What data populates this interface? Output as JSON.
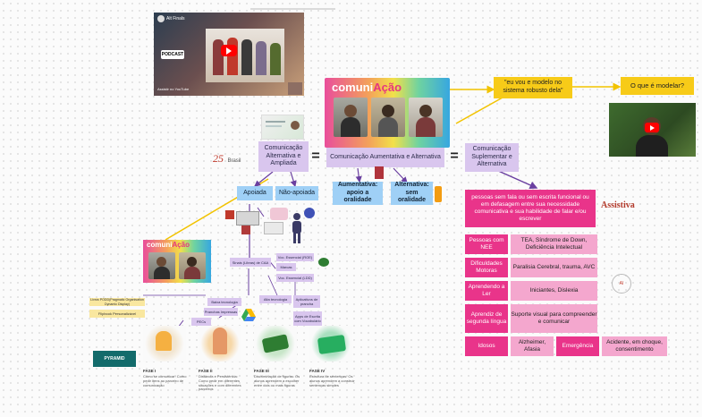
{
  "canvas": {
    "comuni_title_part1": "comuni",
    "comuni_title_part2": "Ação",
    "aac_main": "Comunicação Aumentativa e Alternativa",
    "aac_ampliada": "Comunicação Alternativa e Ampliada",
    "aac_suplementar": "Comunicação Suplementar e Alternativa",
    "apoiada": "Apoiada",
    "nao_apoiada": "Não-apoiada",
    "aumentativa": "Aumentativa: apoio a oralidade",
    "alternativa": "Alternativa: sem oralidade",
    "quote": "\"eu vou e modelo no sistema robusto dela\"",
    "o_que_modelar": "O que é modelar?",
    "pessoas_sem_fala": "pessoas sem fala ou sem escrita funcional ou em defasagem entre sua necessidade comunicativa e sua habilidade de falar e/ou escrever",
    "assistiva": "Assistiva",
    "brand_year": "25",
    "brand_country": "Brasil",
    "equals_sign": "="
  },
  "table_rows": [
    {
      "left": "Pessoas com NEE",
      "right": "TEA, Síndrome de Down, Deficiência Intelectual"
    },
    {
      "left": "Dificuldades Motoras",
      "right": "Paralisia Cerebral, trauma, AVC"
    },
    {
      "left": "Aprendendo a Ler",
      "right": "Iniciantes, Dislexia"
    },
    {
      "left": "Aprendiz de segunda língua",
      "right": "Suporte visual para compreender e comunicar"
    }
  ],
  "bottom_row": {
    "idosos": "Idosos",
    "alzheimer": "Alzheimer, Afasia",
    "emergencia": "Emergência",
    "acidente": "Acidente, em choque, consentimento"
  },
  "left_notes": {
    "yellow1": "Livros PODD(Pragmatic Organisation Dynamic Display)",
    "yellow2": "Flipbook Personalizável",
    "lav1": "Baixa tecnologia",
    "lav2": "Alta tecnologia",
    "lav3": "Aplicativos de prancha",
    "lav4": "Apps de Escrita com Vocabulário",
    "lav5": "Pranchas Impressas",
    "lav6": "PECs",
    "lav7": "Sinais (Libras) de CAA",
    "lav8": "Voc. Essencial (ROE)",
    "lav9": "Marcas",
    "lav10": "Voc. Essencial (LDD)"
  },
  "video_top": {
    "channel": "Alt Finals",
    "subtitle": "Assistir no YouTube",
    "logo": "PODCAST"
  },
  "pecs": {
    "logo": "PYRAMID",
    "phases": [
      {
        "title": "FASE I",
        "text": "Como se comunicar: Como pedir itens ao parceiro de comunicação"
      },
      {
        "title": "FASE II",
        "text": "Distância e Persistência: Como pedir em diferentes situações e com diferentes parceiros"
      },
      {
        "title": "FASE III",
        "text": "Discriminação de figuras: Os alunos aprendem a escolher entre dois ou mais figuras"
      },
      {
        "title": "FASE IV",
        "text": "Estrutura de sentenças: Os alunos aprendem a construir sentenças simples"
      }
    ]
  },
  "colors": {
    "lavender": "#d9c6ee",
    "blue": "#9fd0f6",
    "yellow": "#f7cb18",
    "pink": "#e9348a",
    "pink_light": "#f4a7ce",
    "connector_yellow": "#f2c300",
    "connector_purple": "#6a3fa0"
  },
  "icons": [
    "play-icon",
    "person-icon",
    "scissors-icon",
    "drive-icon",
    "assistiva-logo"
  ]
}
